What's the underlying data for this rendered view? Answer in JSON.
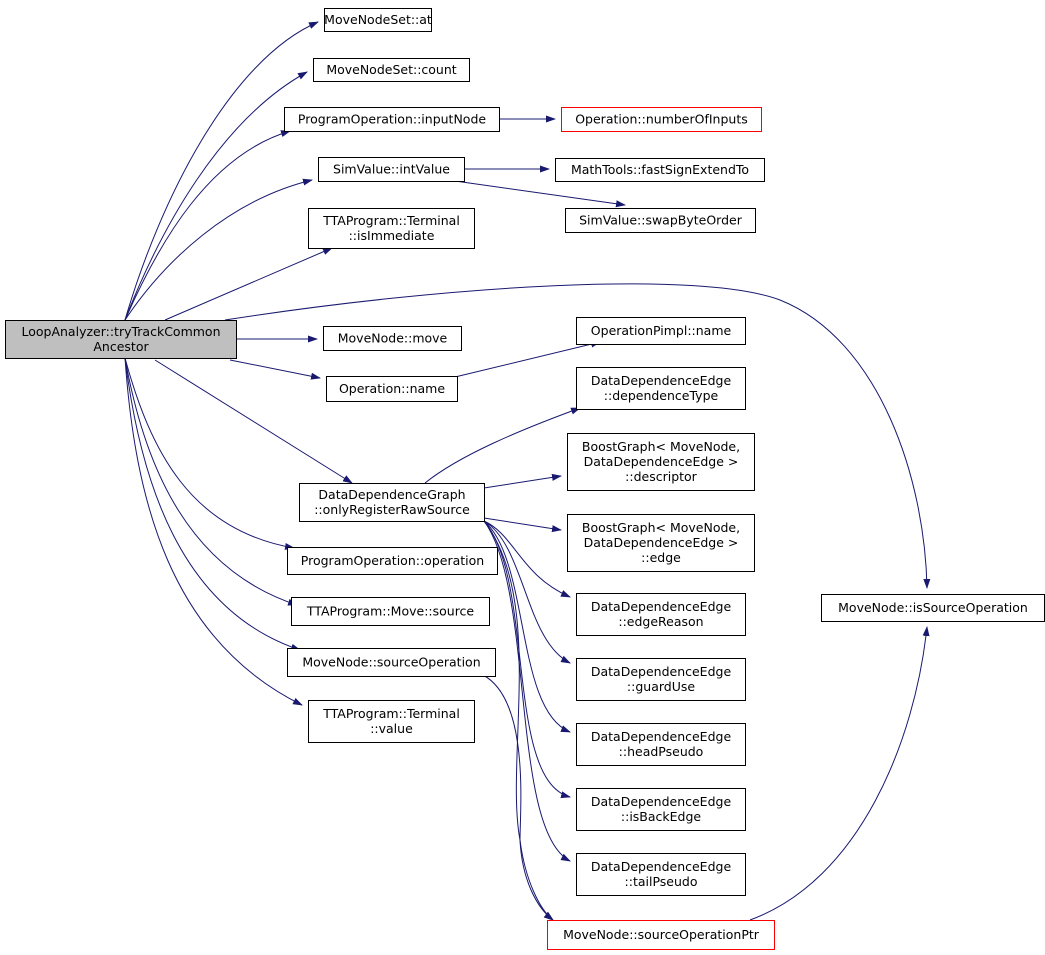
{
  "colors": {
    "edge": "#191970",
    "node_border": "#000000",
    "node_border_missing": "#ff0000",
    "root_fill": "#bfbfbf",
    "node_fill": "#ffffff"
  },
  "nodes": {
    "root": [
      "LoopAnalyzer::tryTrackCommon",
      "Ancestor"
    ],
    "n_at": [
      "MoveNodeSet::at"
    ],
    "n_count": [
      "MoveNodeSet::count"
    ],
    "n_inputNode": [
      "ProgramOperation::inputNode"
    ],
    "n_numberOfInputs": [
      "Operation::numberOfInputs"
    ],
    "n_intValue": [
      "SimValue::intValue"
    ],
    "n_fastSign": [
      "MathTools::fastSignExtendTo"
    ],
    "n_swapByte": [
      "SimValue::swapByteOrder"
    ],
    "n_isImmediate": [
      "TTAProgram::Terminal",
      "::isImmediate"
    ],
    "n_isSourceOp": [
      "MoveNode::isSourceOperation"
    ],
    "n_move": [
      "MoveNode::move"
    ],
    "n_opPimplName": [
      "OperationPimpl::name"
    ],
    "n_opName": [
      "Operation::name"
    ],
    "n_depType": [
      "DataDependenceEdge",
      "::dependenceType"
    ],
    "n_descriptor": [
      "BoostGraph< MoveNode,",
      "DataDependenceEdge >",
      "::descriptor"
    ],
    "n_onlyReg": [
      "DataDependenceGraph",
      "::onlyRegisterRawSource"
    ],
    "n_edge": [
      "BoostGraph< MoveNode,",
      "DataDependenceEdge >",
      "::edge"
    ],
    "n_operation": [
      "ProgramOperation::operation"
    ],
    "n_edgeReason": [
      "DataDependenceEdge",
      "::edgeReason"
    ],
    "n_source": [
      "TTAProgram::Move::source"
    ],
    "n_sourceOp": [
      "MoveNode::sourceOperation"
    ],
    "n_guardUse": [
      "DataDependenceEdge",
      "::guardUse"
    ],
    "n_termValue": [
      "TTAProgram::Terminal",
      "::value"
    ],
    "n_headPseudo": [
      "DataDependenceEdge",
      "::headPseudo"
    ],
    "n_isBackEdge": [
      "DataDependenceEdge",
      "::isBackEdge"
    ],
    "n_tailPseudo": [
      "DataDependenceEdge",
      "::tailPseudo"
    ],
    "n_sourceOpPtr": [
      "MoveNode::sourceOperationPtr"
    ]
  }
}
